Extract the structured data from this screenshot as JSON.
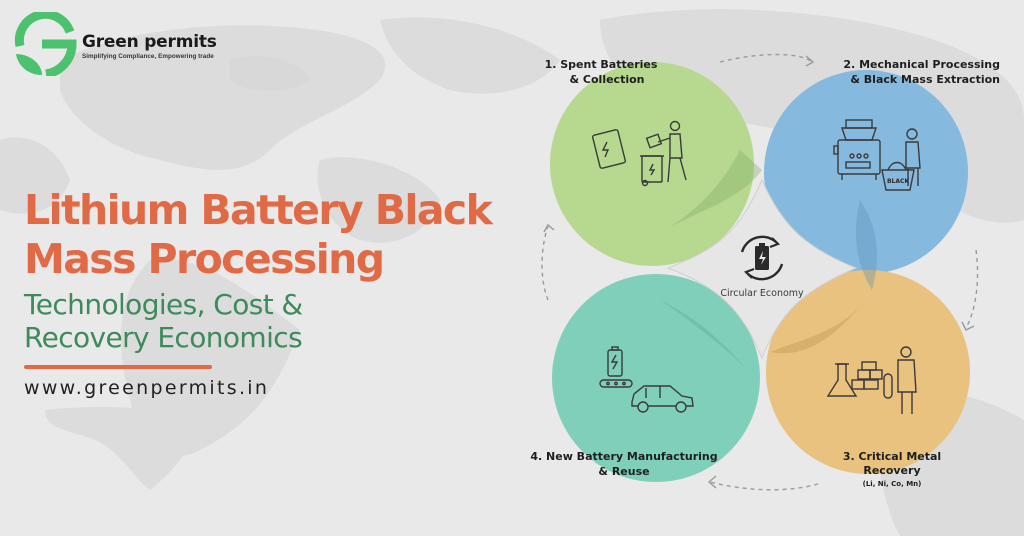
{
  "brand": {
    "name": "Green permits",
    "tagline": "Simplifying Compliance, Empowering trade",
    "logo_icon": "g-leaf-logo-icon",
    "colors": {
      "logo_green": "#4cc26e",
      "title_orange": "#e06a45",
      "subtitle_green": "#3f8a5c",
      "background": "#e9e9e9"
    }
  },
  "headline": {
    "title_lines": [
      "Lithium Battery Black",
      "Mass Processing"
    ],
    "subtitle_lines": [
      "Technologies, Cost &",
      "Recovery Economics"
    ],
    "website": "www.greenpermits.in"
  },
  "diagram": {
    "center": {
      "label": "Circular Economy",
      "icon": "battery-recycle-icon"
    },
    "steps": [
      {
        "number": "1.",
        "lines": [
          "1. Spent Batteries",
          "& Collection"
        ],
        "icon": "battery-disposal-icon",
        "color": "#b6d98f"
      },
      {
        "number": "2.",
        "lines": [
          "2. Mechanical Processing",
          "& Black Mass Extraction"
        ],
        "icon": "shredder-machine-icon",
        "icon_text": "BLACK",
        "color": "#86b9de"
      },
      {
        "number": "3.",
        "lines": [
          "3. Critical Metal",
          "Recovery"
        ],
        "sub": "(Li, Ni, Co, Mn)",
        "icon": "lab-scientist-icon",
        "color": "#e8c27e"
      },
      {
        "number": "4.",
        "lines": [
          "4. New Battery Manufacturing",
          "& Reuse"
        ],
        "icon": "battery-car-icon",
        "color": "#7fcfba"
      }
    ]
  }
}
